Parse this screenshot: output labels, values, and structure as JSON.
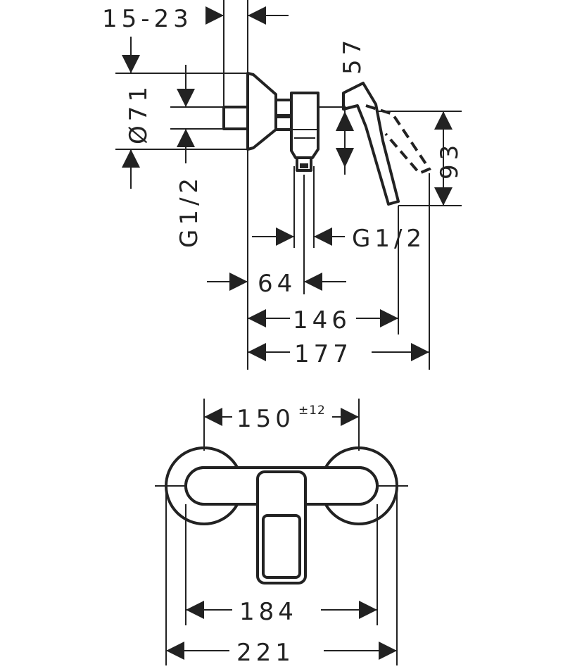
{
  "side_view": {
    "wall_thickness": "15-23",
    "rosette_diameter": "Ø71",
    "connection_left": "G1/2",
    "connection_right": "G1/2",
    "handle_travel": "57",
    "handle_height": "93",
    "dim_64": "64",
    "dim_146": "146",
    "dim_177": "177"
  },
  "front_view": {
    "centre_distance": "150",
    "centre_tolerance": "±12",
    "dim_184": "184",
    "dim_221": "221"
  }
}
